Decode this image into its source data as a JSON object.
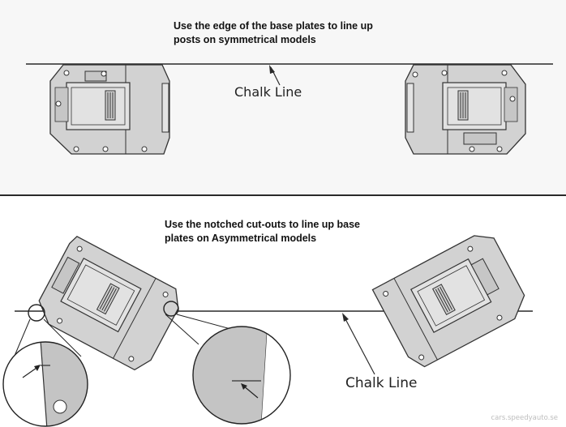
{
  "top_caption": {
    "line1": "Use the edge of the base plates to line up",
    "line2": "posts on symmetrical models"
  },
  "bottom_caption": {
    "line1": "Use the notched cut-outs to line up base",
    "line2": "plates on Asymmetrical models"
  },
  "chalk_label_top": "Chalk Line",
  "chalk_label_bottom": "Chalk Line",
  "watermark": "cars.speedyauto.se",
  "colors": {
    "plate_fill": "#d2d2d2",
    "line": "#2a2a2a",
    "background_top": "#f7f7f7"
  }
}
